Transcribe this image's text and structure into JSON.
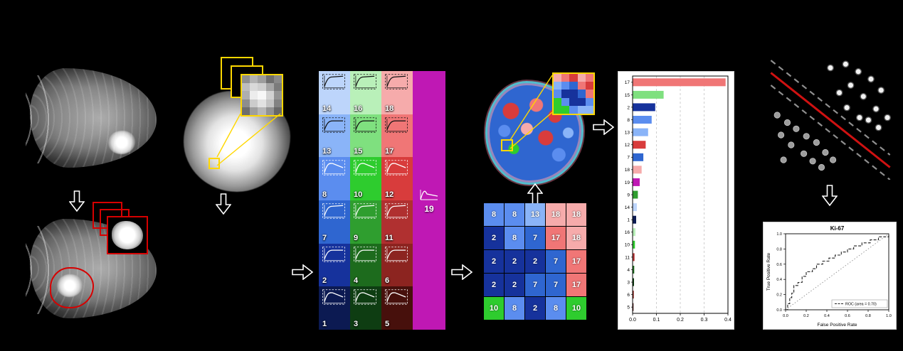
{
  "figure": {
    "background": "#000000"
  },
  "colors": {
    "accent_yellow": "#ffd700",
    "accent_red": "#d60000",
    "cluster": {
      "1": "#0c1a52",
      "2": "#16329c",
      "3": "#0e3d12",
      "4": "#1d6b1d",
      "5": "#47100c",
      "6": "#8c2420",
      "7": "#2f66d0",
      "8": "#5b8def",
      "9": "#2f9e2f",
      "10": "#2ecc2e",
      "11": "#b03030",
      "12": "#d83c3c",
      "13": "#8ab4f8",
      "14": "#bdd5fb",
      "15": "#7fe07f",
      "16": "#b9f0b9",
      "17": "#f07676",
      "18": "#f6abab",
      "19": "#bf18b4"
    }
  },
  "kinetic_grid": {
    "columns": [
      [
        14,
        13,
        8,
        7,
        2,
        1
      ],
      [
        16,
        15,
        10,
        9,
        4,
        3
      ],
      [
        18,
        17,
        12,
        11,
        6,
        5
      ]
    ],
    "extra_cell": "19",
    "dark_curve_cells": [
      13,
      14,
      15,
      16,
      17,
      18
    ]
  },
  "label_grid": {
    "rows": [
      [
        8,
        8,
        13,
        18,
        18
      ],
      [
        2,
        8,
        7,
        17,
        18
      ],
      [
        2,
        2,
        2,
        7,
        17
      ],
      [
        2,
        2,
        7,
        7,
        17
      ],
      [
        10,
        8,
        2,
        8,
        10
      ]
    ]
  },
  "patches": {
    "gray": [
      [
        "#8f8f8f",
        "#b3b3b3",
        "#9d9d9d",
        "#6f6f6f",
        "#8a8a8a"
      ],
      [
        "#bdbdbd",
        "#d9d9d9",
        "#cfcfcf",
        "#a6a6a6",
        "#7b7b7b"
      ],
      [
        "#aeaeae",
        "#ececec",
        "#f7f7f7",
        "#d2d2d2",
        "#949494"
      ],
      [
        "#8d8d8d",
        "#cccccc",
        "#e2e2e2",
        "#c4c4c4",
        "#828282"
      ],
      [
        "#6d6d6d",
        "#9e9e9e",
        "#b7b7b7",
        "#929292",
        "#676767"
      ]
    ],
    "habitat_zoom": [
      [
        "#f6abab",
        "#f07676",
        "#d83c3c",
        "#f6abab",
        "#f07676"
      ],
      [
        "#8ab4f8",
        "#5b8def",
        "#2f66d0",
        "#f07676",
        "#d83c3c"
      ],
      [
        "#5b8def",
        "#16329c",
        "#16329c",
        "#2f66d0",
        "#f07676"
      ],
      [
        "#2ecc2e",
        "#5b8def",
        "#16329c",
        "#16329c",
        "#5b8def"
      ],
      [
        "#2ecc2e",
        "#2ecc2e",
        "#5b8def",
        "#8ab4f8",
        "#8ab4f8"
      ]
    ]
  },
  "chart_data": [
    {
      "id": "habitat-importance",
      "type": "bar",
      "orientation": "horizontal",
      "title": "",
      "categories": [
        "17",
        "15",
        "2",
        "8",
        "13",
        "12",
        "7",
        "18",
        "19",
        "9",
        "14",
        "1",
        "16",
        "10",
        "11",
        "4",
        "3",
        "6",
        "5"
      ],
      "values": [
        0.39,
        0.13,
        0.095,
        0.08,
        0.065,
        0.055,
        0.045,
        0.038,
        0.03,
        0.022,
        0.018,
        0.015,
        0.012,
        0.01,
        0.008,
        0.007,
        0.006,
        0.005,
        0.004
      ],
      "xlim": [
        0,
        0.4
      ],
      "x_ticks": [
        "0.0",
        "0.1",
        "0.2",
        "0.3",
        "0.4"
      ],
      "grid": "dashed-vertical",
      "legend_position": "none"
    },
    {
      "id": "roc-curve",
      "type": "line",
      "title": "Ki-67",
      "xlabel": "False Positive Rate",
      "ylabel": "True Positive Rate",
      "x_ticks": [
        "0.0",
        "0.2",
        "0.4",
        "0.6",
        "0.8",
        "1.0"
      ],
      "y_ticks": [
        "0.0",
        "0.2",
        "0.4",
        "0.6",
        "0.8",
        "1.0"
      ],
      "xlim": [
        0,
        1
      ],
      "ylim": [
        0,
        1
      ],
      "legend": [
        "ROC (area = 0.70)"
      ],
      "legend_position": "lower-right",
      "diagonal_reference": true,
      "series": [
        {
          "name": "ROC",
          "points": [
            [
              0,
              0
            ],
            [
              0.02,
              0.08
            ],
            [
              0.04,
              0.16
            ],
            [
              0.06,
              0.22
            ],
            [
              0.08,
              0.32
            ],
            [
              0.12,
              0.36
            ],
            [
              0.16,
              0.44
            ],
            [
              0.2,
              0.5
            ],
            [
              0.26,
              0.54
            ],
            [
              0.3,
              0.6
            ],
            [
              0.36,
              0.64
            ],
            [
              0.42,
              0.68
            ],
            [
              0.48,
              0.72
            ],
            [
              0.54,
              0.76
            ],
            [
              0.6,
              0.8
            ],
            [
              0.66,
              0.84
            ],
            [
              0.74,
              0.88
            ],
            [
              0.82,
              0.92
            ],
            [
              0.9,
              0.96
            ],
            [
              1,
              1
            ]
          ]
        }
      ]
    },
    {
      "id": "svm-scatter",
      "type": "scatter",
      "series": [
        {
          "name": "positive-class",
          "marker": "open-circle",
          "points": [
            [
              0.5,
              0.1
            ],
            [
              0.62,
              0.07
            ],
            [
              0.72,
              0.13
            ],
            [
              0.82,
              0.19
            ],
            [
              0.9,
              0.28
            ],
            [
              0.66,
              0.24
            ],
            [
              0.76,
              0.33
            ],
            [
              0.86,
              0.43
            ],
            [
              0.95,
              0.5
            ],
            [
              0.57,
              0.3
            ],
            [
              0.63,
              0.42
            ],
            [
              0.73,
              0.5
            ],
            [
              0.88,
              0.58
            ],
            [
              0.8,
              0.52
            ]
          ]
        },
        {
          "name": "negative-class",
          "marker": "filled-circle",
          "points": [
            [
              0.08,
              0.48
            ],
            [
              0.16,
              0.54
            ],
            [
              0.11,
              0.64
            ],
            [
              0.23,
              0.59
            ],
            [
              0.19,
              0.72
            ],
            [
              0.31,
              0.65
            ],
            [
              0.29,
              0.79
            ],
            [
              0.39,
              0.7
            ],
            [
              0.36,
              0.85
            ],
            [
              0.13,
              0.84
            ],
            [
              0.46,
              0.78
            ],
            [
              0.43,
              0.9
            ],
            [
              0.52,
              0.84
            ]
          ]
        }
      ],
      "decision_line": {
        "p1": [
          0.03,
          0.14
        ],
        "p2": [
          0.97,
          0.9
        ]
      },
      "margin_offset": 0.1
    }
  ]
}
